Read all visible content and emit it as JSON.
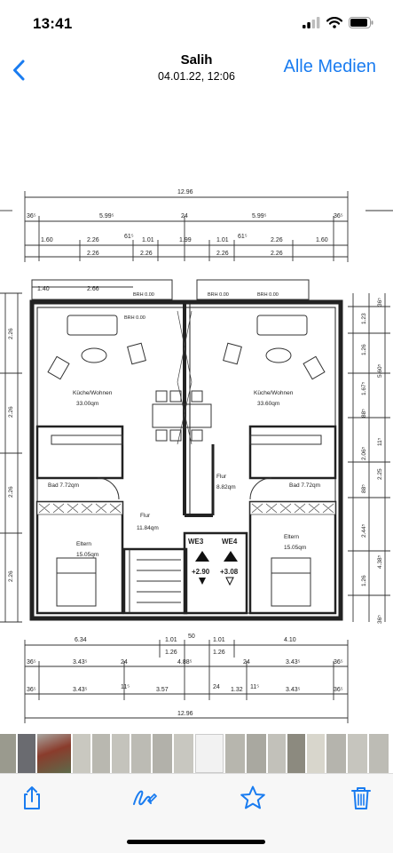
{
  "status": {
    "time": "13:41"
  },
  "nav": {
    "title": "Salih",
    "subtitle": "04.01.22, 12:06",
    "right_label": "Alle Medien"
  },
  "colors": {
    "accent": "#1a7cf0"
  },
  "floorplan": {
    "dims_top": {
      "total": "12.96",
      "r1_left": "36⁵",
      "r1_a": "5.99⁵",
      "r1_mid": "24",
      "r1_b": "5.99⁵",
      "r1_right": "36⁵",
      "r2_a": "1.60",
      "r2_b": "2.26",
      "r2_c": "61⁵",
      "r2_d": "1.01",
      "r2_e": "1.99",
      "r2_f": "1.01",
      "r2_g": "61⁵",
      "r2_h": "2.26",
      "r2_i": "1.60",
      "r3_a": "2.26",
      "r3_b": "2.26",
      "r3_c": "2.26",
      "r3_d": "2.26"
    },
    "balcony_left": "1.40",
    "balcony_width": "2.66",
    "brh": "BRH 0.00",
    "rooms": {
      "kitchen_left_name": "Küche/Wohnen",
      "kitchen_left_area": "33.00qm",
      "kitchen_right_name": "Küche/Wohnen",
      "kitchen_right_area": "33.60qm",
      "bath_left": "Bad 7.72qm",
      "bath_right": "Bad 7.72qm",
      "flur_left_name": "Flur",
      "flur_left_area": "11.84qm",
      "flur_right_name": "Flur",
      "flur_right_area": "8.82qm",
      "eltern_left_name": "Eltern",
      "eltern_left_area": "15.05qm",
      "eltern_right_name": "Eltern",
      "eltern_right_area": "15.05qm"
    },
    "units": {
      "we3": "WE3",
      "we4": "WE4",
      "we3_level": "+2.90",
      "we4_level": "+3.08"
    },
    "dims_bottom": {
      "r1_a": "6.34",
      "r1_b": "1.01",
      "r1_c": "50",
      "r1_d": "1.01",
      "r1_e": "4.10",
      "r1_f": "1.26",
      "r1_g": "1.26",
      "r2_a": "36⁵",
      "r2_b": "3.43⁵",
      "r2_c": "24",
      "r2_d": "4.88⁵",
      "r2_e": "24",
      "r2_f": "3.43⁵",
      "r2_g": "36⁵",
      "r3_a": "36⁵",
      "r3_b": "3.43⁵",
      "r3_c": "11⁵",
      "r3_d": "3.57",
      "r3_e": "24",
      "r3_f": "1.32",
      "r3_g": "11⁵",
      "r3_h": "3.43⁵",
      "r3_i": "36⁵",
      "total": "12.96"
    },
    "dims_left": {
      "a": "2.26",
      "b": "2.26",
      "c": "2.26",
      "d": "2.26"
    },
    "dims_right": {
      "a": "1.23",
      "b": "1.26",
      "c": "1.67⁵",
      "d": "88⁵",
      "e": "2.06⁵",
      "f": "88⁵",
      "g": "2.44⁵",
      "h": "1.26",
      "i": "36⁵",
      "j": "5.60⁵",
      "k": "11⁵",
      "l": "2.25",
      "m": "4.38⁵",
      "n": "36⁵"
    }
  },
  "toolbar": {
    "share_icon": "share-icon",
    "markup_icon": "markup-icon",
    "favorite_icon": "star-icon",
    "delete_icon": "trash-icon"
  }
}
